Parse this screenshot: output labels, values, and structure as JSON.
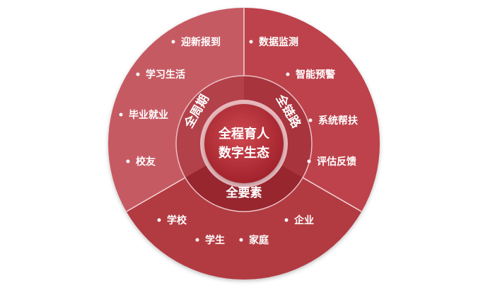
{
  "center": {
    "line1": "全程育人",
    "line2": "数字生态"
  },
  "middle_ring": {
    "left": "全周期",
    "right": "全链路",
    "bottom": "全要素"
  },
  "outer_ring": {
    "left_items": [
      "迎新报到",
      "学习生活",
      "毕业就业",
      "校友"
    ],
    "right_items": [
      "数据监测",
      "智能预警",
      "系统帮扶",
      "评估反馈"
    ],
    "bottom_items": [
      "学校",
      "学生",
      "家庭",
      "企业"
    ]
  },
  "colors": {
    "outer_left": "#c65a63",
    "outer_right": "#bd434c",
    "outer_bottom": "#b23a43",
    "mid_left": "#b3414a",
    "mid_right": "#a8343d",
    "mid_bottom": "#97262f",
    "center_start": "#cf4850",
    "center_end": "#9e2029",
    "center_rim": "#e8b9bd"
  }
}
